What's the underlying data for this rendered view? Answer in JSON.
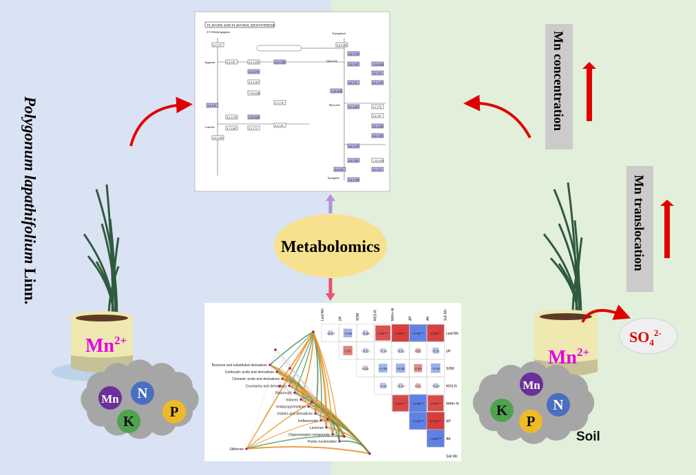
{
  "colors": {
    "left_bg": "#dae3f3",
    "right_bg": "#e2efda",
    "positive": "#d73b3b",
    "negative": "#5b7fe6",
    "edge_positive": "#e88f1f",
    "edge_negative": "#4f8f5c",
    "accent_red": "#e00000",
    "ion_magenta": "#e600e6",
    "metabolomics_fill": "#f7e18e"
  },
  "left": {
    "species_italic": "Polygonum lapathifolium",
    "species_authority": "Linn.",
    "pot_ion": {
      "symbol": "Mn",
      "charge": "2+"
    },
    "soil_nutrients": [
      {
        "label": "Mn",
        "color": "#6b2f99"
      },
      {
        "label": "N",
        "color": "#4a6fc0"
      },
      {
        "label": "K",
        "color": "#4ea34e"
      },
      {
        "label": "P",
        "color": "#f0b92a"
      }
    ]
  },
  "right": {
    "mn_concentration": "Mn concentration",
    "mn_translocation": "Mn translocation",
    "trend": "increase",
    "pot_ion": {
      "symbol": "Mn",
      "charge": "2+"
    },
    "sulfate": {
      "symbol": "SO",
      "sub": "4",
      "charge": "2-"
    },
    "soil_label": "Soil",
    "soil_nutrients": [
      {
        "label": "Mn",
        "color": "#6b2f99"
      },
      {
        "label": "N",
        "color": "#4a6fc0"
      },
      {
        "label": "K",
        "color": "#4ea34e"
      },
      {
        "label": "P",
        "color": "#f0b92a"
      }
    ]
  },
  "center": {
    "label": "Metabolomics",
    "pathway": {
      "title": "FLAVONE AND FLAVONOL BIOSYNTHESIS",
      "compounds": [
        "4'-O-Methylapigenin",
        "Apigenin",
        "Luteolin",
        "Kaempferol",
        "Quercetin",
        "Myricetin",
        "Syringetin"
      ],
      "enzymes": [
        "2.1.1.75",
        "2.4.1.81",
        "2.4.1.236",
        "2.4.1.185",
        "2.4.1.170",
        "2.4.1.167",
        "1.14.14.82",
        "2.1.1.76",
        "2.4.1.91",
        "2.4.1.159",
        "1.14.14.81",
        "2.1.1.267"
      ]
    },
    "network": {
      "metabolite_classes": [
        "Benzene and substituted derivatives",
        "Carboxylic acids and derivatives",
        "Cinnamic acids and derivatives",
        "Coumarins and derivatives",
        "Flavonoids",
        "Indanes",
        "Imidazopyrimidines",
        "Indoles and derivatives",
        "Isoflavonoids",
        "Lactones",
        "Organooxygen compounds",
        "Purine nucleosides",
        "Stilbenes"
      ]
    },
    "correlation": {
      "variables": [
        "Leaf Mn",
        "pH",
        "SOM",
        "NO3-N",
        "NH4+-N",
        "AP",
        "AK",
        "Soil Mn"
      ],
      "column_labels": [
        "Leaf Mn",
        "pH",
        "SOM",
        "NO3-N",
        "NH4+-N",
        "AP",
        "AK",
        "Soil Mn"
      ],
      "row_labels": [
        "Leaf Mn",
        "pH",
        "SOM",
        "NO3-N",
        "NH4+-N",
        "AP",
        "AK",
        "Soil Mn"
      ],
      "rows": [
        {
          "row": "Leaf Mn",
          "values": [
            -0.23,
            -0.48,
            -0.28,
            0.85,
            0.98,
            -0.96,
            0.96
          ],
          "labels": [
            "−0.23",
            "−0.48",
            "−0.28",
            "0.85***",
            "0.98***",
            "−0.96***",
            "0.96***"
          ]
        },
        {
          "row": "pH",
          "values": [
            0.52,
            -0.23,
            -0.16,
            -0.22,
            0.22,
            -0.31
          ],
          "labels": [
            "0.52",
            "−0.23",
            "−0.16",
            "−0.22",
            "0.22",
            "−0.31"
          ]
        },
        {
          "row": "SOM",
          "values": [
            0.13,
            -0.48,
            -0.5,
            0.45,
            -0.52
          ],
          "labels": [
            "0.13",
            "−0.48",
            "−0.50",
            "0.45",
            "−0.52"
          ]
        },
        {
          "row": "NO3-N",
          "values": [
            -0.3,
            -0.24,
            0.21,
            -0.25
          ],
          "labels": [
            "−0.30",
            "−0.24",
            "0.21",
            "−0.25"
          ]
        },
        {
          "row": "NH4+-N",
          "values": [
            0.92,
            -0.98,
            0.9
          ],
          "labels": [
            "0.92***",
            "−0.98***",
            "0.90***"
          ]
        },
        {
          "row": "AP",
          "values": [
            -0.98,
            0.99
          ],
          "labels": [
            "−0.98***",
            "0.99***"
          ]
        },
        {
          "row": "AK",
          "values": [
            -0.98
          ],
          "labels": [
            "−0.98***"
          ]
        }
      ]
    }
  }
}
